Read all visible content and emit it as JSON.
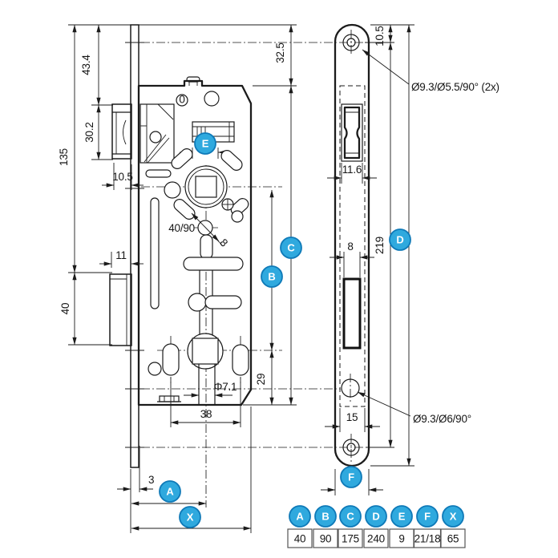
{
  "drawing_type": "mortise lock technical drawing",
  "front_view": {
    "dim_plate_top_to_latch": "43.4",
    "dim_latch_height": "30.2",
    "dim_plate_top_to_deadbolt": "135",
    "dim_latch_depth": "10.5",
    "dim_deadbolt_height": "40",
    "dim_deadbolt_depth": "11",
    "dim_plate_thickness": "3",
    "dim_plate_top_to_case": "32.5",
    "dim_backset_centers": "40/90",
    "dim_spindle_diag": "8",
    "dim_channel_dia": "Φ7.1",
    "dim_bottom_holes_span": "38",
    "dim_holes_to_case_bottom": "29",
    "tiny_mark": "0"
  },
  "faceplate_view": {
    "dim_top_hole_offset": "10.5",
    "dim_latch_cutout_width": "11.6",
    "dim_bolt_cutout_width": "8",
    "dim_hole_centers": "219",
    "dim_mortise_width": "15",
    "note_top_holes": "Ø9.3/Ø5.5/90° (2x)",
    "note_bottom_hole": "Ø9.3/Ø6/90°"
  },
  "legend": {
    "items": [
      {
        "key": "A",
        "value": "40"
      },
      {
        "key": "B",
        "value": "90"
      },
      {
        "key": "C",
        "value": "175"
      },
      {
        "key": "D",
        "value": "240"
      },
      {
        "key": "E",
        "value": "9"
      },
      {
        "key": "F",
        "value": "21/18"
      },
      {
        "key": "X",
        "value": "65"
      }
    ]
  },
  "colors": {
    "marker_fill": "#2fa9de",
    "marker_stroke": "#0f7ab8",
    "line": "#1b1b1b"
  }
}
